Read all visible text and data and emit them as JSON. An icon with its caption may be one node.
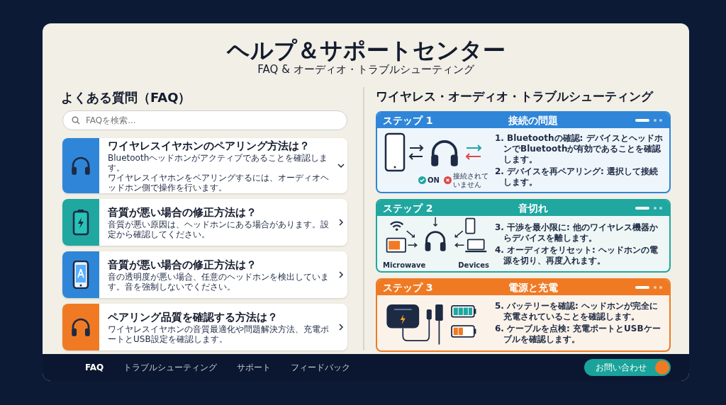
{
  "diagram": {
    "title": "ヘルプ＆サポートセンター",
    "nodes": [
      {
        "text": [
          "FAQを検索..."
        ]
      },
      {
        "text": [
          "ワイヤレスイヤホンのペアリング方法は？",
          "Bluetoothヘッドホンがアクティブであることを確認します。",
          "ワイヤレスイヤホンをペアリングするには、オーディオヘッドホン側で操作を行います。"
        ]
      },
      {
        "text": [
          "音質が悪い場合の修正方法は？",
          "音質が悪い原因は、ヘッドホンにある場合があります。設定から確認してください。"
        ]
      },
      {
        "text": [
          "音質が悪い場合の修正方法は？",
          "音の透明度が悪い場合、任意のヘッドホンを検出しています。音を強制しないでください。"
        ]
      },
      {
        "text": [
          "ペアリング品質を確認する方法は？",
          "ワイヤレスイヤホンの音質最適化や問題解決方法、充電ポートとUSB設定を確認します。"
        ]
      },
      {
        "text": [
          "ステップ 1",
          "接続の問題",
          "1. Bluetoothの確認: デバイスとヘッドホンでBluetoothが有効であることを確認します。",
          "2. デバイスを再ペアリング: 選択して接続します。"
        ]
      },
      {
        "text": [
          "ステップ 2",
          "音切れ",
          "3. 干渉を最小限に: 他のワイヤレス機器からデバイスを離します。",
          "4. オーディオをリセット: ヘッドホンの電源を切り、再度入れます。"
        ]
      },
      {
        "text": [
          "ステップ 3",
          "電源と充電",
          "5. バッテリーを確認: ヘッドホンが完全に充電されていることを確認します。",
          "6. ケーブルを点検: 充電ポートとUSBケーブルを確認します。"
        ]
      },
      {
        "text": [
          "お問い合わせ"
        ]
      }
    ],
    "labels": [
      "FAQ & オーディオ・トラブルシューティング",
      "よくある質問（FAQ）",
      "ワイヤレス・オーディオ・トラブルシューティング",
      "ON",
      "接続されていません",
      "Microwave",
      "Devices",
      "FAQ",
      "トラブルシューティング",
      "サポート",
      "フィードバック"
    ]
  }
}
